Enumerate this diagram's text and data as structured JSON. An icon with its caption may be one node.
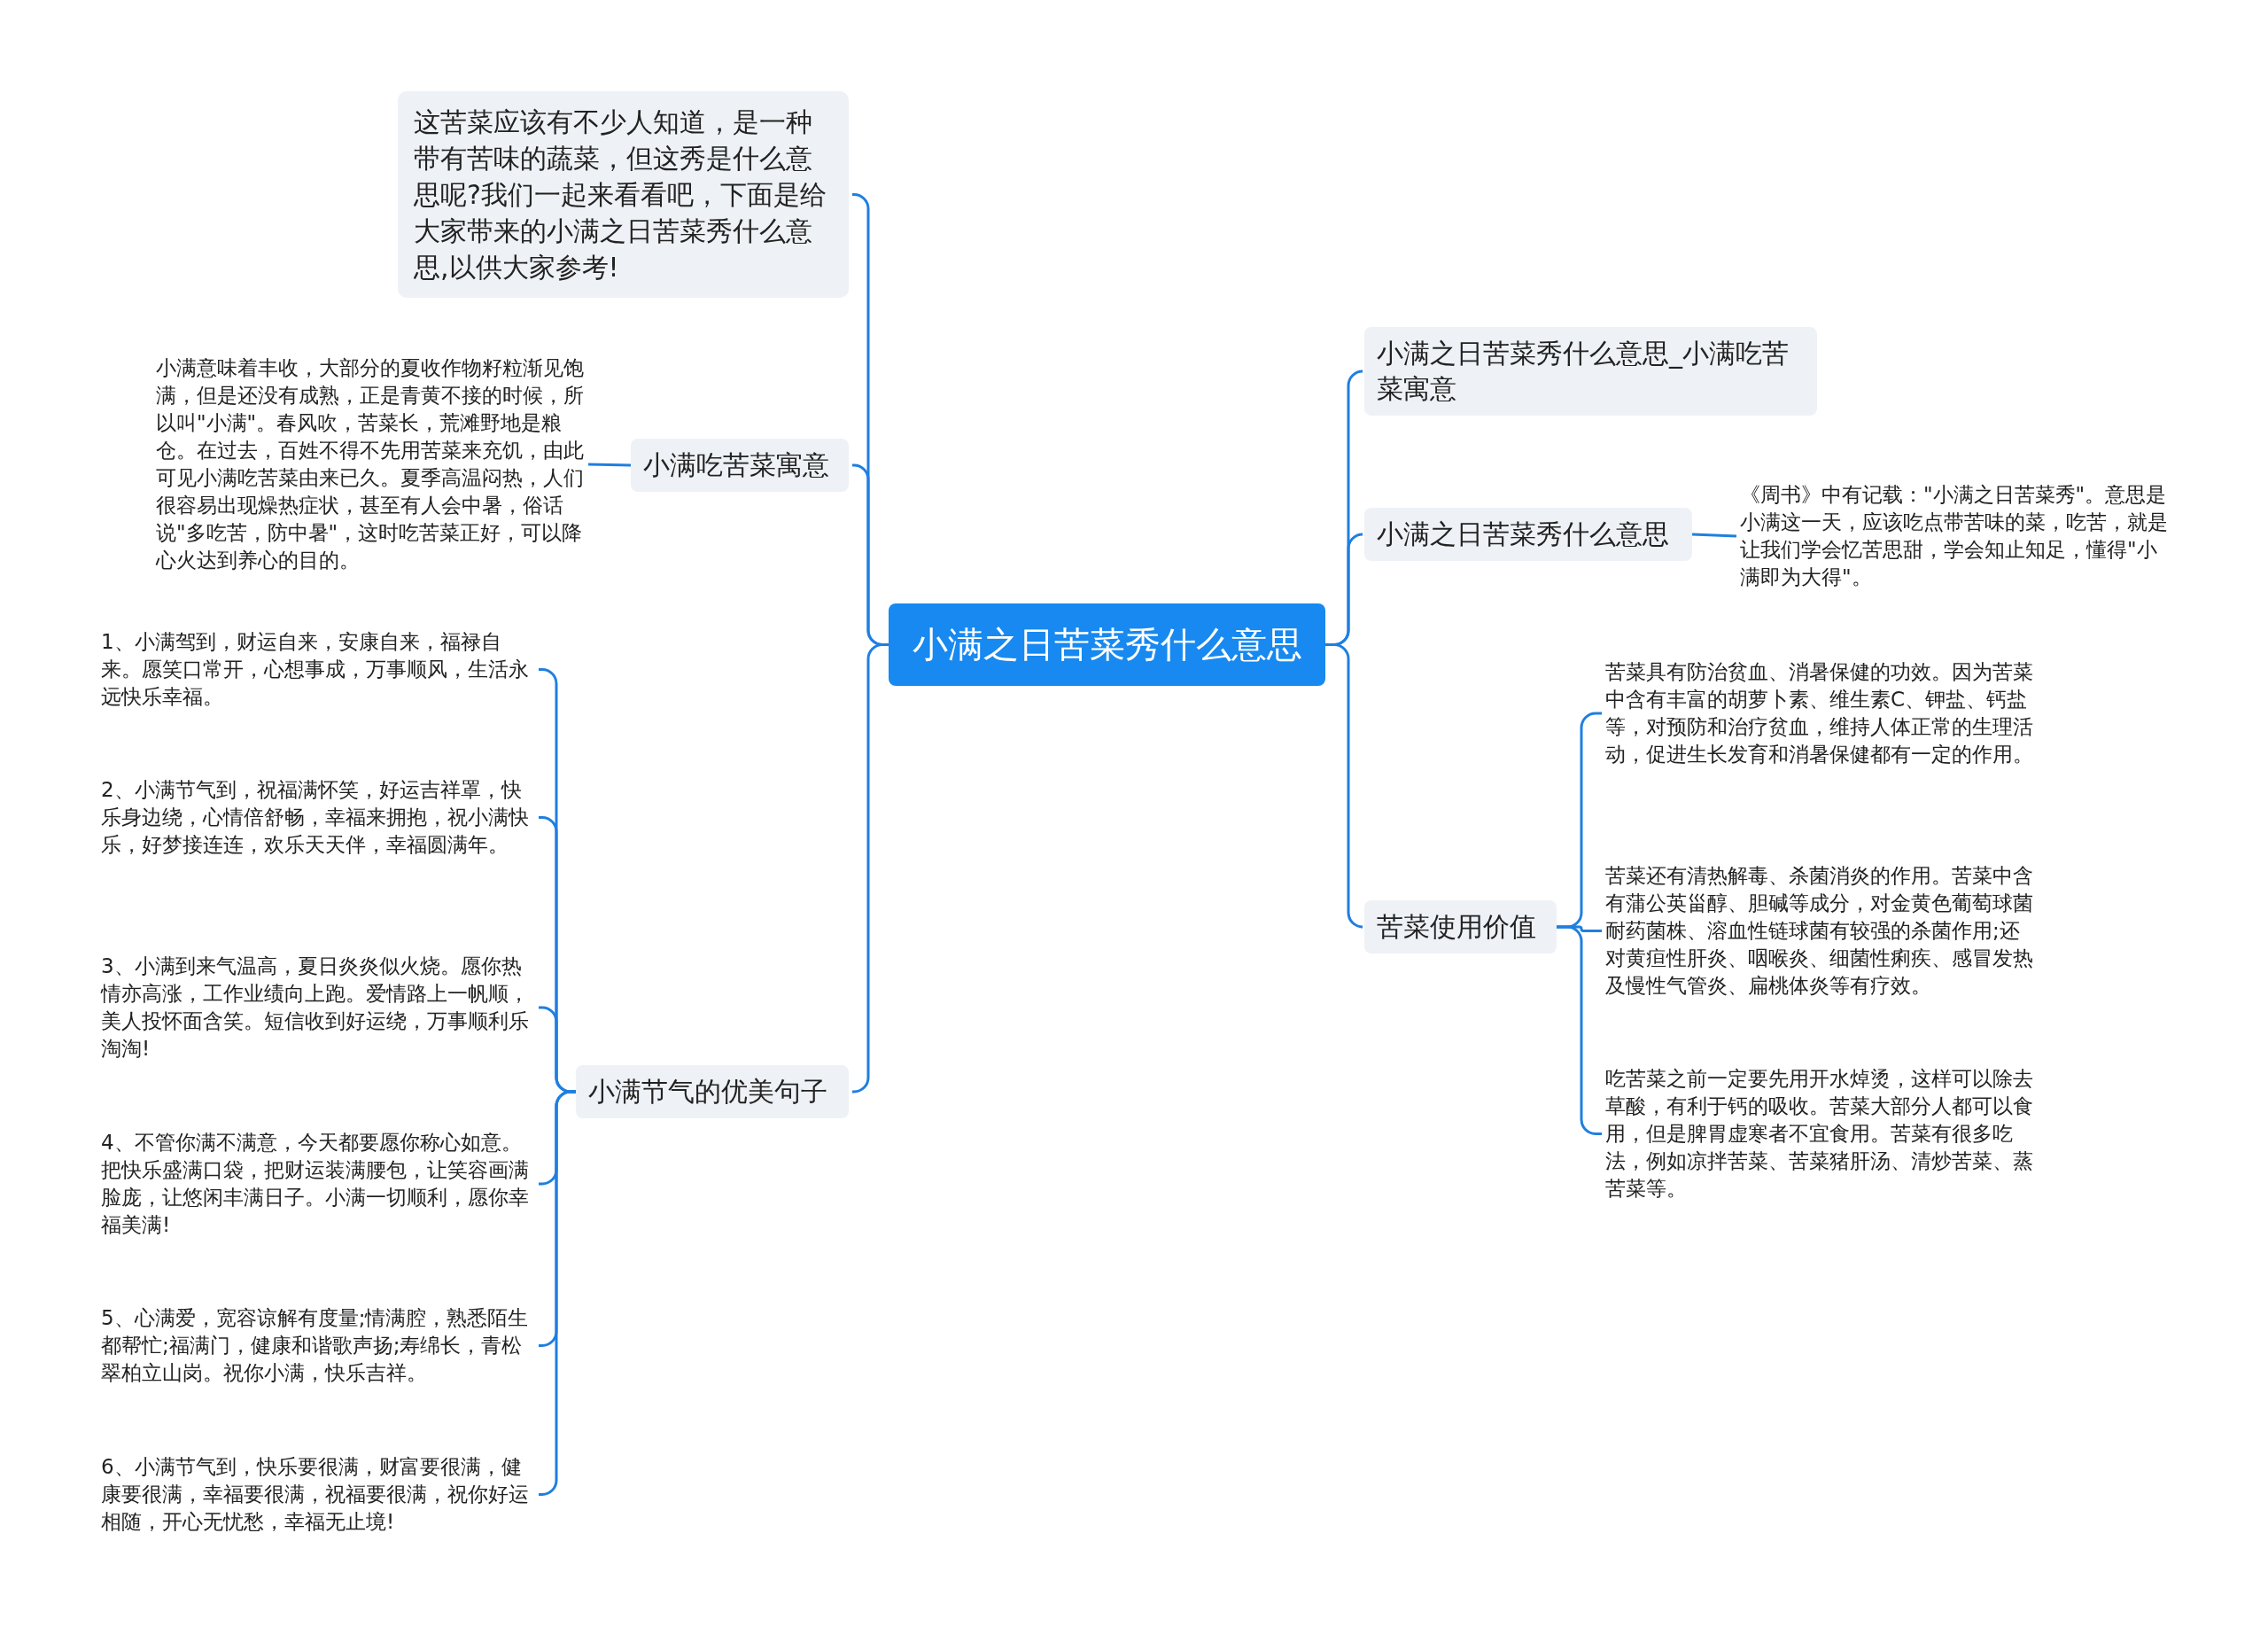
{
  "diagram": {
    "nodes": [
      {
        "text": [
          "小满之日苦菜秀什么意思"
        ]
      },
      {
        "text": [
          "这苦菜应该有不少人知道，是一种带有苦味的蔬菜，但这秀是什么意思呢?我们一起来看看吧，下面是给大家带来的小满之日苦菜秀什么意思,以供大家参考!"
        ]
      },
      {
        "text": [
          "小满吃苦菜寓意"
        ]
      },
      {
        "text": [
          "小满意味着丰收，大部分的夏收作物籽粒渐见饱满，但是还没有成熟，正是青黄不接的时候，所以叫\"小满\"。春风吹，苦菜长，荒滩野地是粮仓。在过去，百姓不得不先用苦菜来充饥，由此可见小满吃苦菜由来已久。夏季高温闷热，人们很容易出现燥热症状，甚至有人会中暑，俗话说\"多吃苦，防中暑\"，这时吃苦菜正好，可以降心火达到养心的目的。"
        ]
      },
      {
        "text": [
          "小满节气的优美句子"
        ]
      },
      {
        "text": [
          "1、小满驾到，财运自来，安康自来，福禄自来。愿笑口常开，心想事成，万事顺风，生活永远快乐幸福。"
        ]
      },
      {
        "text": [
          "2、小满节气到，祝福满怀笑，好运吉祥罩，快乐身边绕，心情倍舒畅，幸福来拥抱，祝小满快乐，好梦接连连，欢乐天天伴，幸福圆满年。"
        ]
      },
      {
        "text": [
          "3、小满到来气温高，夏日炎炎似火烧。愿你热情亦高涨，工作业绩向上跑。爱情路上一帆顺，美人投怀面含笑。短信收到好运绕，万事顺利乐淘淘!"
        ]
      },
      {
        "text": [
          "4、不管你满不满意，今天都要愿你称心如意。把快乐盛满口袋，把财运装满腰包，让笑容画满脸庞，让悠闲丰满日子。小满一切顺利，愿你幸福美满!"
        ]
      },
      {
        "text": [
          "5、心满爱，宽容谅解有度量;情满腔，熟悉陌生都帮忙;福满门，健康和谐歌声扬;寿绵长，青松翠柏立山岗。祝你小满，快乐吉祥。"
        ]
      },
      {
        "text": [
          "6、小满节气到，快乐要很满，财富要很满，健康要很满，幸福要很满，祝福要很满，祝你好运相随，开心无忧愁，幸福无止境!"
        ]
      },
      {
        "text": [
          "小满之日苦菜秀什么意思_小满吃苦菜寓意"
        ]
      },
      {
        "text": [
          "小满之日苦菜秀什么意思"
        ]
      },
      {
        "text": [
          "《周书》中有记载：\"小满之日苦菜秀\"。意思是小满这一天，应该吃点带苦味的菜，吃苦，就是让我们学会忆苦思甜，学会知止知足，懂得\"小满即为大得\"。"
        ]
      },
      {
        "text": [
          "苦菜使用价值"
        ]
      },
      {
        "text": [
          "苦菜具有防治贫血、消暑保健的功效。因为苦菜中含有丰富的胡萝卜素、维生素C、钾盐、钙盐等，对预防和治疗贫血，维持人体正常的生理活动，促进生长发育和消暑保健都有一定的作用。"
        ]
      },
      {
        "text": [
          "苦菜还有清热解毒、杀菌消炎的作用。苦菜中含有蒲公英甾醇、胆碱等成分，对金黄色葡萄球菌耐药菌株、溶血性链球菌有较强的杀菌作用;还对黄疸性肝炎、咽喉炎、细菌性痢疾、感冒发热及慢性气管炎、扁桃体炎等有疗效。"
        ]
      },
      {
        "text": [
          "吃苦菜之前一定要先用开水焯烫，这样可以除去草酸，有利于钙的吸收。苦菜大部分人都可以食用，但是脾胃虚寒者不宜食用。苦菜有很多吃法，例如凉拌苦菜、苦菜猪肝汤、清炒苦菜、蒸苦菜等。"
        ]
      }
    ],
    "edges": [
      {
        "from": 0,
        "to": 1,
        "arrow": "none"
      },
      {
        "from": 0,
        "to": 2,
        "arrow": "none"
      },
      {
        "from": 2,
        "to": 3,
        "arrow": "none"
      },
      {
        "from": 0,
        "to": 4,
        "arrow": "none"
      },
      {
        "from": 4,
        "to": 5,
        "arrow": "none"
      },
      {
        "from": 4,
        "to": 6,
        "arrow": "none"
      },
      {
        "from": 4,
        "to": 7,
        "arrow": "none"
      },
      {
        "from": 4,
        "to": 8,
        "arrow": "none"
      },
      {
        "from": 4,
        "to": 9,
        "arrow": "none"
      },
      {
        "from": 4,
        "to": 10,
        "arrow": "none"
      },
      {
        "from": 0,
        "to": 11,
        "arrow": "none"
      },
      {
        "from": 0,
        "to": 12,
        "arrow": "none"
      },
      {
        "from": 12,
        "to": 13,
        "arrow": "none"
      },
      {
        "from": 0,
        "to": 14,
        "arrow": "none"
      },
      {
        "from": 14,
        "to": 15,
        "arrow": "none"
      },
      {
        "from": 14,
        "to": 16,
        "arrow": "none"
      },
      {
        "from": 14,
        "to": 17,
        "arrow": "none"
      }
    ]
  }
}
